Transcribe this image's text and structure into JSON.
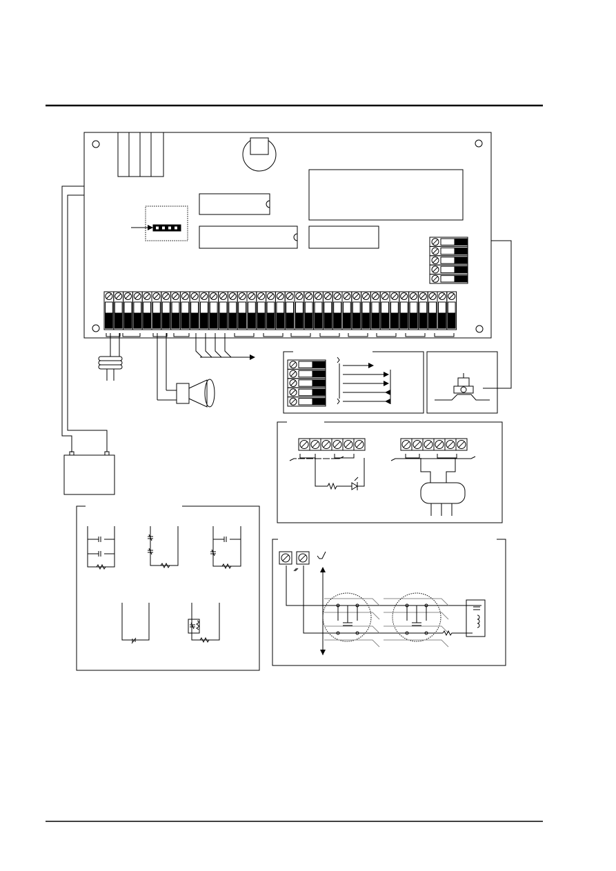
{
  "page": {
    "background": "#ffffff",
    "ink": "#000000"
  },
  "panel": {
    "terminal_count": 37,
    "dip_switch_count": 5,
    "jumper_pin_count": 4
  }
}
